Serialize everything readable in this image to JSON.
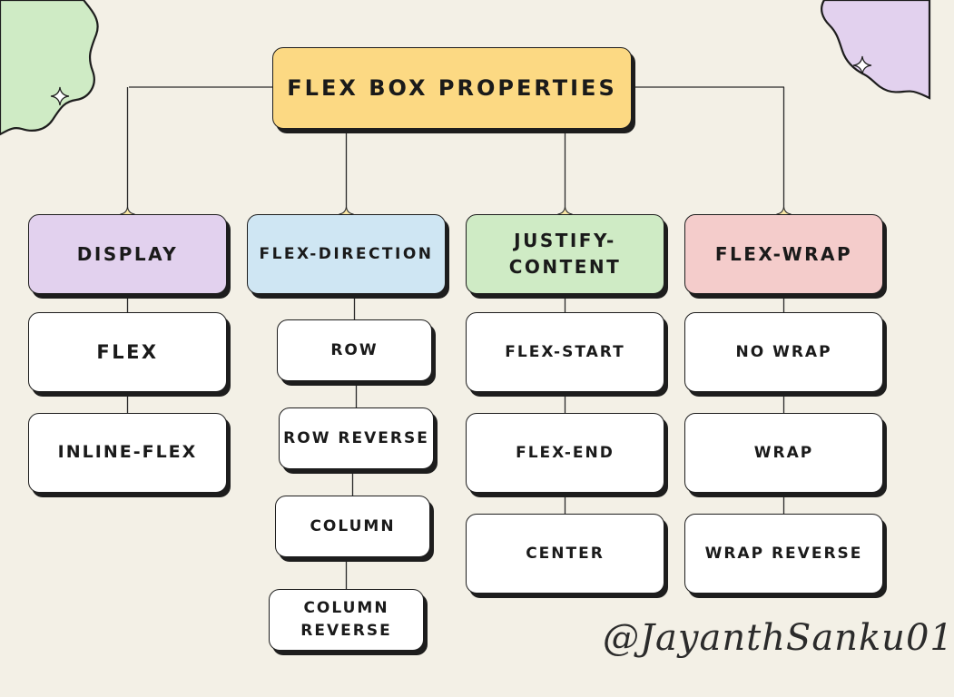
{
  "title": "FLEX BOX PROPERTIES",
  "colors": {
    "background": "#f3f0e6",
    "title": "#fcd983",
    "display": "#e2d1ee",
    "flex_direction": "#cfe6f3",
    "justify_content": "#cfebc5",
    "flex_wrap": "#f4cccb",
    "item": "#ffffff",
    "blob_green": "#cfebc5",
    "blob_purple": "#e2d1ee"
  },
  "columns": [
    {
      "key": "display",
      "label": "DISPLAY",
      "label_lines": [
        "DISPLAY"
      ],
      "items": [
        {
          "lines": [
            "FLEX"
          ]
        },
        {
          "lines": [
            "INLINE-FLEX"
          ]
        }
      ]
    },
    {
      "key": "flex_direction",
      "label": "FLEX-DIRECTION",
      "label_lines": [
        "FLEX-DIRECTION"
      ],
      "items": [
        {
          "lines": [
            "ROW"
          ]
        },
        {
          "lines": [
            "ROW REVERSE"
          ]
        },
        {
          "lines": [
            "COLUMN"
          ]
        },
        {
          "lines": [
            "COLUMN",
            "REVERSE"
          ]
        }
      ]
    },
    {
      "key": "justify_content",
      "label": "JUSTIFY-CONTENT",
      "label_lines": [
        "JUSTIFY-",
        "CONTENT"
      ],
      "items": [
        {
          "lines": [
            "FLEX-START"
          ]
        },
        {
          "lines": [
            "FLEX-END"
          ]
        },
        {
          "lines": [
            "CENTER"
          ]
        }
      ]
    },
    {
      "key": "flex_wrap",
      "label": "FLEX-WRAP",
      "label_lines": [
        "FLEX-WRAP"
      ],
      "items": [
        {
          "lines": [
            "NO WRAP"
          ]
        },
        {
          "lines": [
            "WRAP"
          ]
        },
        {
          "lines": [
            "WRAP REVERSE"
          ]
        }
      ]
    }
  ],
  "signature": "@JayanthSanku01"
}
